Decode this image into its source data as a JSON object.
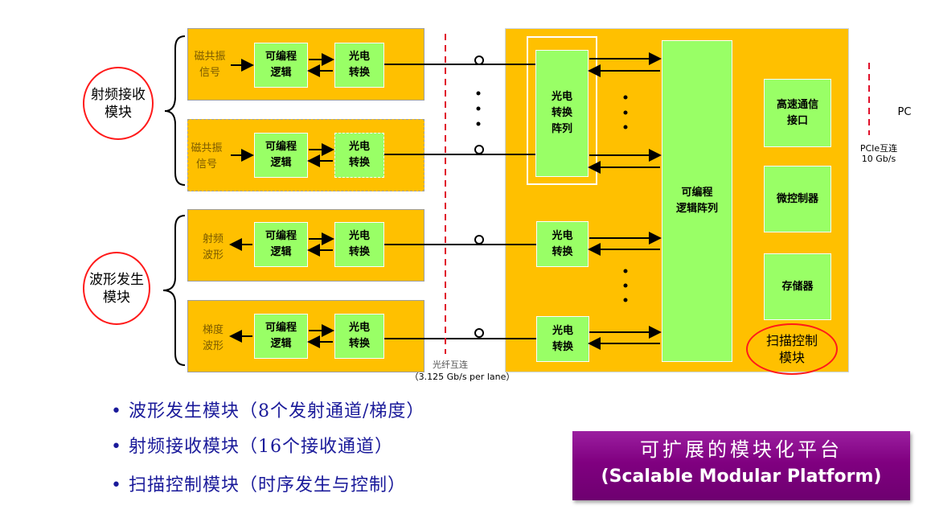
{
  "receive_module": {
    "title": "射频接收\n模块",
    "channels": [
      {
        "signal": "磁共振\n信号",
        "logic": "可编程\n逻辑",
        "oe": "光电\n转换",
        "style": "solid"
      },
      {
        "signal": "磁共振\n信号",
        "logic": "可编程\n逻辑",
        "oe": "光电\n转换",
        "style": "dashed"
      }
    ]
  },
  "waveform_module": {
    "title": "波形发生\n模块",
    "channels": [
      {
        "signal": "射频\n波形",
        "logic": "可编程\n逻辑",
        "oe": "光电\n转换"
      },
      {
        "signal": "梯度\n波形",
        "logic": "可编程\n逻辑",
        "oe": "光电\n转换"
      }
    ]
  },
  "fiber": {
    "label": "光纤互连",
    "rate": "（3.125 Gb/s per lane）"
  },
  "scan_control": {
    "title": "扫描控制\n模块",
    "oe_array": "光电\n转换\n阵列",
    "oe_single_1": "光电\n转换",
    "oe_single_2": "光电\n转换",
    "fpga_array": "可编程\n逻辑阵列",
    "hs_interface": "高速通信\n接口",
    "mcu": "微控制器",
    "memory": "存储器"
  },
  "pcie": {
    "label": "PCIe互连",
    "rate": "10 Gb/s",
    "target": "PC"
  },
  "bullets": [
    "波形发生模块（8个发射通道/梯度）",
    "射频接收模块（16个接收通道）",
    "扫描控制模块（时序发生与控制）"
  ],
  "banner": {
    "cn": "可扩展的模块化平台",
    "en": "(Scalable Modular Platform)"
  },
  "colors": {
    "module_fill": "#FFC000",
    "block_fill": "#99FF66",
    "accent_red": "#FF0000",
    "bullet_text": "#1A1A9A",
    "banner_fill": "#800080"
  }
}
